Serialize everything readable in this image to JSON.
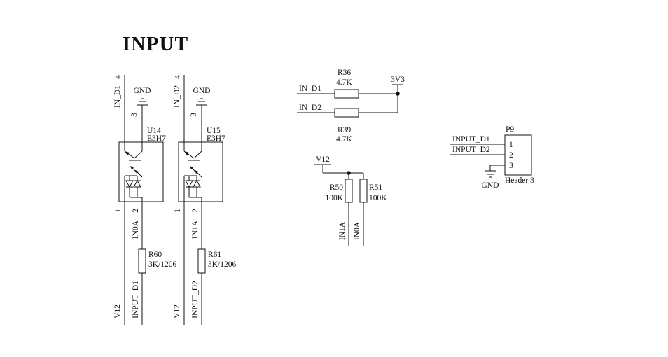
{
  "title": "INPUT",
  "colors": {
    "ink": "#111111",
    "bg": "#ffffff"
  },
  "channels": [
    {
      "net_in": "IN_D1",
      "pin_top_left": "4",
      "pin_top_right": "3",
      "gnd": "GND",
      "ref": "U14",
      "part": "E3H7",
      "pin_bot_left": "1",
      "pin_bot_right": "2",
      "net_mid": "IN0A",
      "res_ref": "R60",
      "res_val": "3K/1206",
      "net_out": "INPUT_D1",
      "rail": "V12"
    },
    {
      "net_in": "IN_D2",
      "pin_top_left": "4",
      "pin_top_right": "3",
      "gnd": "GND",
      "ref": "U15",
      "part": "E3H7",
      "pin_bot_left": "1",
      "pin_bot_right": "2",
      "net_mid": "IN1A",
      "res_ref": "R61",
      "res_val": "3K/1206",
      "net_out": "INPUT_D2",
      "rail": "V12"
    }
  ],
  "pullups": {
    "rail": "3V3",
    "rows": [
      {
        "net": "IN_D1",
        "ref": "R36",
        "val": "4.7K"
      },
      {
        "net": "IN_D2",
        "ref": "R39",
        "val": "4.7K"
      }
    ]
  },
  "dividers": {
    "rail": "V12",
    "resistors": [
      {
        "ref": "R50",
        "val": "100K",
        "net": "IN1A"
      },
      {
        "ref": "R51",
        "val": "100K",
        "net": "IN0A"
      }
    ]
  },
  "header": {
    "ref": "P9",
    "type": "Header 3",
    "gnd": "GND",
    "pins": [
      "1",
      "2",
      "3"
    ],
    "nets": [
      "INPUT_D1",
      "INPUT_D2"
    ]
  }
}
